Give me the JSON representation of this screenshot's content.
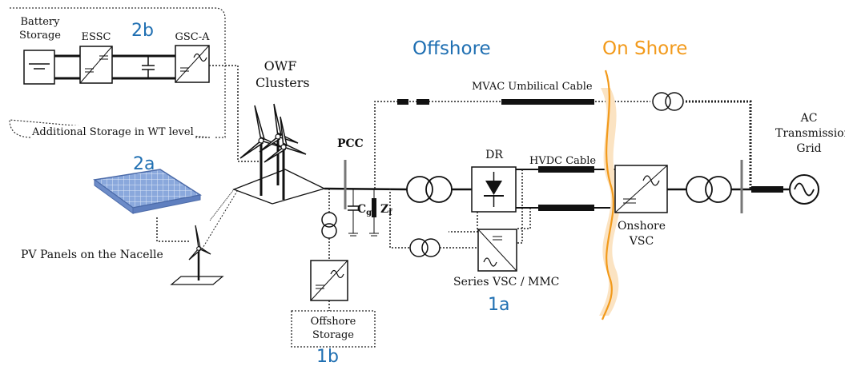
{
  "regions": {
    "offshore": "Offshore",
    "onshore": "On Shore"
  },
  "labels": {
    "battery_storage_1": "Battery",
    "battery_storage_2": "Storage",
    "essc": "ESSC",
    "gsc_a": "GSC-A",
    "tag_2b": "2b",
    "tag_2a": "2a",
    "tag_1a": "1a",
    "tag_1b": "1b",
    "additional_storage": "Additional Storage in WT level",
    "owf_1": "OWF",
    "owf_2": "Clusters",
    "pcc": "PCC",
    "cg": "C",
    "cg_sub": "g",
    "zf": "Z",
    "zf_sub": "f",
    "mvac_cable": "MVAC Umbilical Cable",
    "dr": "DR",
    "hvdc_cable": "HVDC Cable",
    "series_vsc": "Series VSC / MMC",
    "onshore_vsc_1": "Onshore",
    "onshore_vsc_2": "VSC",
    "ac_grid_1": "AC",
    "ac_grid_2": "Transmission",
    "ac_grid_3": "Grid",
    "pv_panels": "PV Panels on the Nacelle",
    "offshore_storage_1": "Offshore",
    "offshore_storage_2": "Storage"
  },
  "colors": {
    "tag_blue": "#1f6fb2",
    "shore_orange": "#f29a1b",
    "shore_fill": "#fbe3c2",
    "pv_blue": "#7f9fd4",
    "line": "#111111"
  }
}
